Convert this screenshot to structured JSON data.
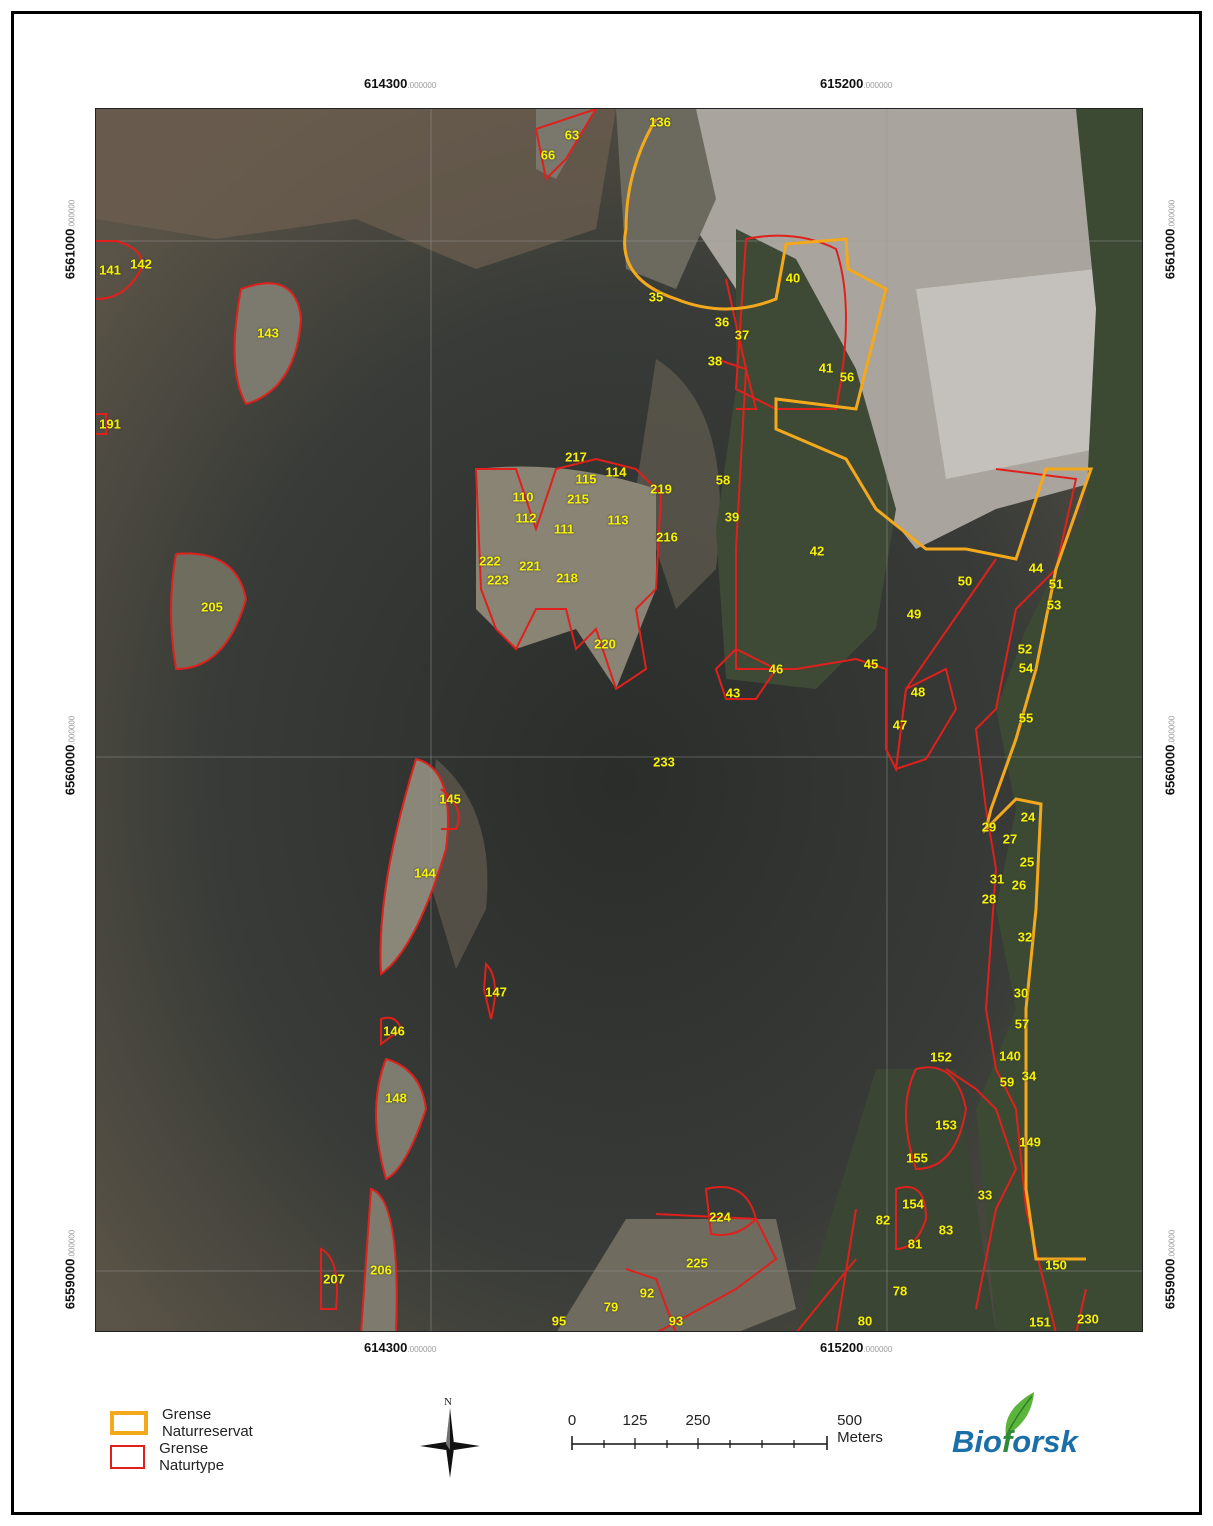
{
  "map": {
    "coords_top": [
      "614300",
      "615200"
    ],
    "coords_bottom": [
      "614300",
      "615200"
    ],
    "coords_left": [
      "6561000",
      "6560000",
      "6559000"
    ],
    "coords_right": [
      "6561000",
      "6560000",
      "6559000"
    ],
    "coord_decimals": ".000000",
    "labels": [
      "136",
      "63",
      "66",
      "141",
      "142",
      "143",
      "191",
      "35",
      "36",
      "37",
      "38",
      "40",
      "41",
      "56",
      "58",
      "39",
      "217",
      "114",
      "115",
      "110",
      "215",
      "219",
      "112",
      "113",
      "111",
      "216",
      "222",
      "221",
      "223",
      "218",
      "205",
      "220",
      "42",
      "50",
      "44",
      "51",
      "53",
      "49",
      "52",
      "54",
      "46",
      "45",
      "43",
      "48",
      "47",
      "55",
      "233",
      "145",
      "144",
      "24",
      "29",
      "27",
      "25",
      "31",
      "26",
      "28",
      "32",
      "147",
      "30",
      "57",
      "146",
      "152",
      "140",
      "59",
      "34",
      "148",
      "153",
      "149",
      "155",
      "33",
      "154",
      "82",
      "224",
      "83",
      "81",
      "225",
      "150",
      "207",
      "206",
      "92",
      "78",
      "95",
      "79",
      "93",
      "80",
      "151",
      "230"
    ]
  },
  "legend": {
    "reserve": "Grense Naturreservat",
    "naturtype": "Grense Naturtype"
  },
  "north_label": "N",
  "scale": {
    "ticks": [
      "0",
      "125",
      "250",
      "500 Meters"
    ]
  },
  "logo": {
    "part1": "Bio",
    "part2": "f",
    "part3": "orsk"
  },
  "colors": {
    "reserve": "#f4a81c",
    "naturtype": "#e0201c",
    "label": "#f6f200",
    "water": "#3a3e3a"
  }
}
